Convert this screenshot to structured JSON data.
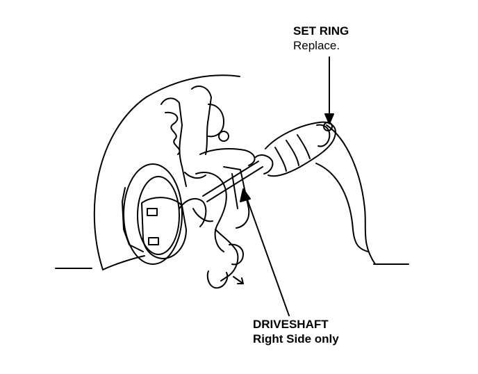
{
  "callouts": {
    "set_ring": {
      "title": "SET RING",
      "note": "Replace."
    },
    "driveshaft": {
      "title": "DRIVESHAFT",
      "note": "Right Side only"
    }
  },
  "colors": {
    "ink": "#000000",
    "paper": "#ffffff"
  }
}
